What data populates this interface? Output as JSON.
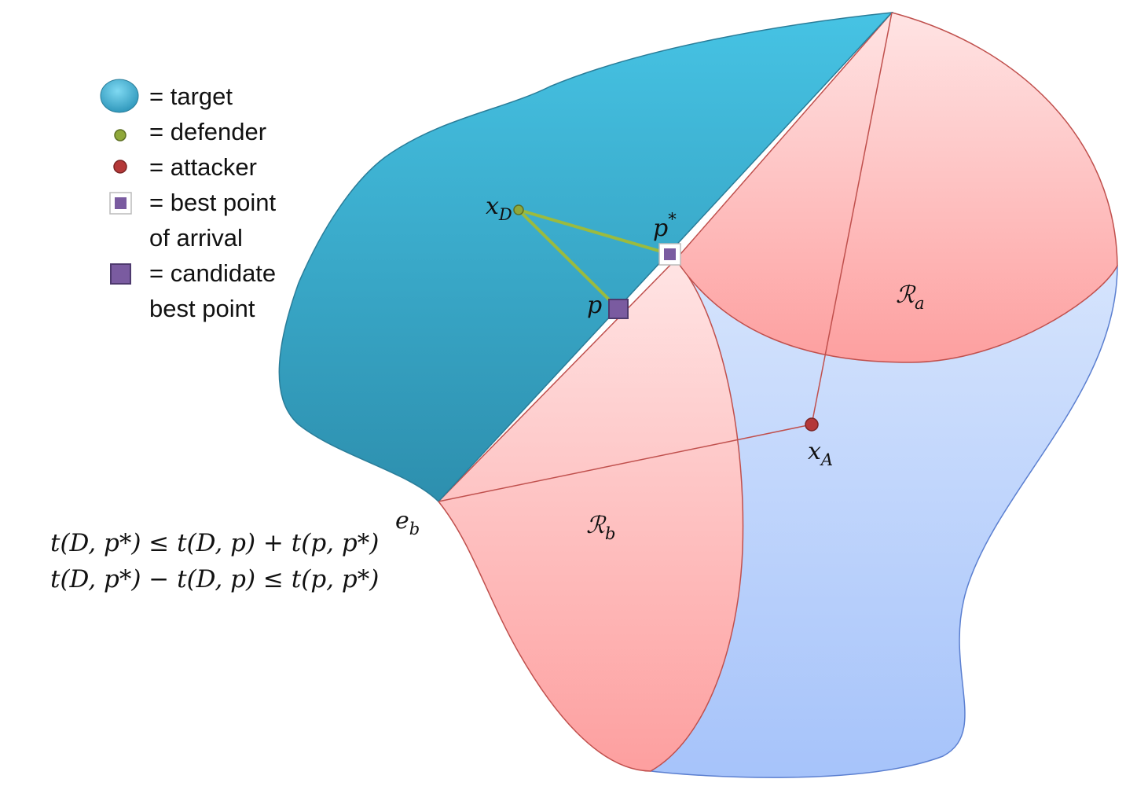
{
  "legend": {
    "target": "= target",
    "defender": "= defender",
    "attacker": "= attacker",
    "best_point_line1": "= best point",
    "best_point_line2": "of arrival",
    "candidate_line1": "= candidate",
    "candidate_line2": "best point"
  },
  "labels": {
    "xD_base": "x",
    "xD_sub": "D",
    "xA_base": "x",
    "xA_sub": "A",
    "pstar_base": "p",
    "pstar_sup": "*",
    "p": "p",
    "Ra_base": "ℛ",
    "Ra_sub": "a",
    "Rb_base": "ℛ",
    "Rb_sub": "b",
    "eb_base": "e",
    "eb_sub": "b"
  },
  "equations": {
    "line1": "t(D, p*) ≤ t(D, p) + t(p, p*)",
    "line2": "t(D, p*) − t(D, p) ≤ t(p, p*)"
  },
  "colors": {
    "target": "#3aa8c8",
    "region": "#fdb4b4",
    "domain": "#b6cffb",
    "defender": "#8fa83a",
    "attacker": "#b43838",
    "point": "#7a5ba0"
  }
}
